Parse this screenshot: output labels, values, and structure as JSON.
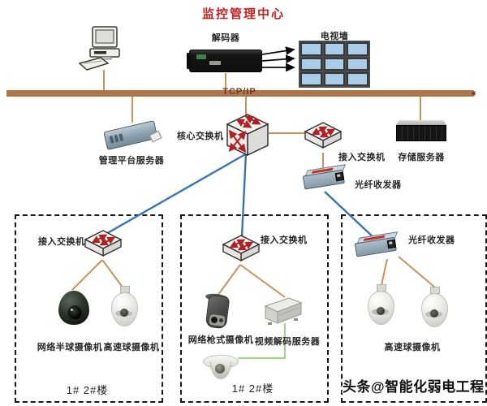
{
  "title": "监控管理中心",
  "bus_label": "TCP/IP",
  "center": {
    "decoder": "解码器",
    "tv_wall": "电视墙"
  },
  "core": {
    "mgmt_server": "管理平台服务器",
    "core_switch": "核心交换机",
    "access_switch": "接入交换机",
    "storage_server": "存储服务器",
    "fiber_transceiver": "光纤收发器"
  },
  "zones": [
    {
      "switch": "接入交换机",
      "camera1": "网络半球摄像机",
      "camera2": "高速球摄像机",
      "building": "1# 2#楼"
    },
    {
      "switch": "接入交换机",
      "camera1": "网络枪式摄像机",
      "device": "视频解码服务器",
      "building": "1# 2#楼"
    },
    {
      "fiber": "光纤收发器",
      "camera": "高速球摄像机"
    }
  ],
  "watermark": "头条@智能化弱电工程",
  "colors": {
    "title_red": "#c42323",
    "bus_brown": "#b0764a",
    "line_tan": "#c8935a",
    "line_blue": "#3a74ae",
    "line_green": "#a9d18e",
    "screen_blue": "#a9cde9",
    "switch_arrow_red": "#b02126"
  }
}
